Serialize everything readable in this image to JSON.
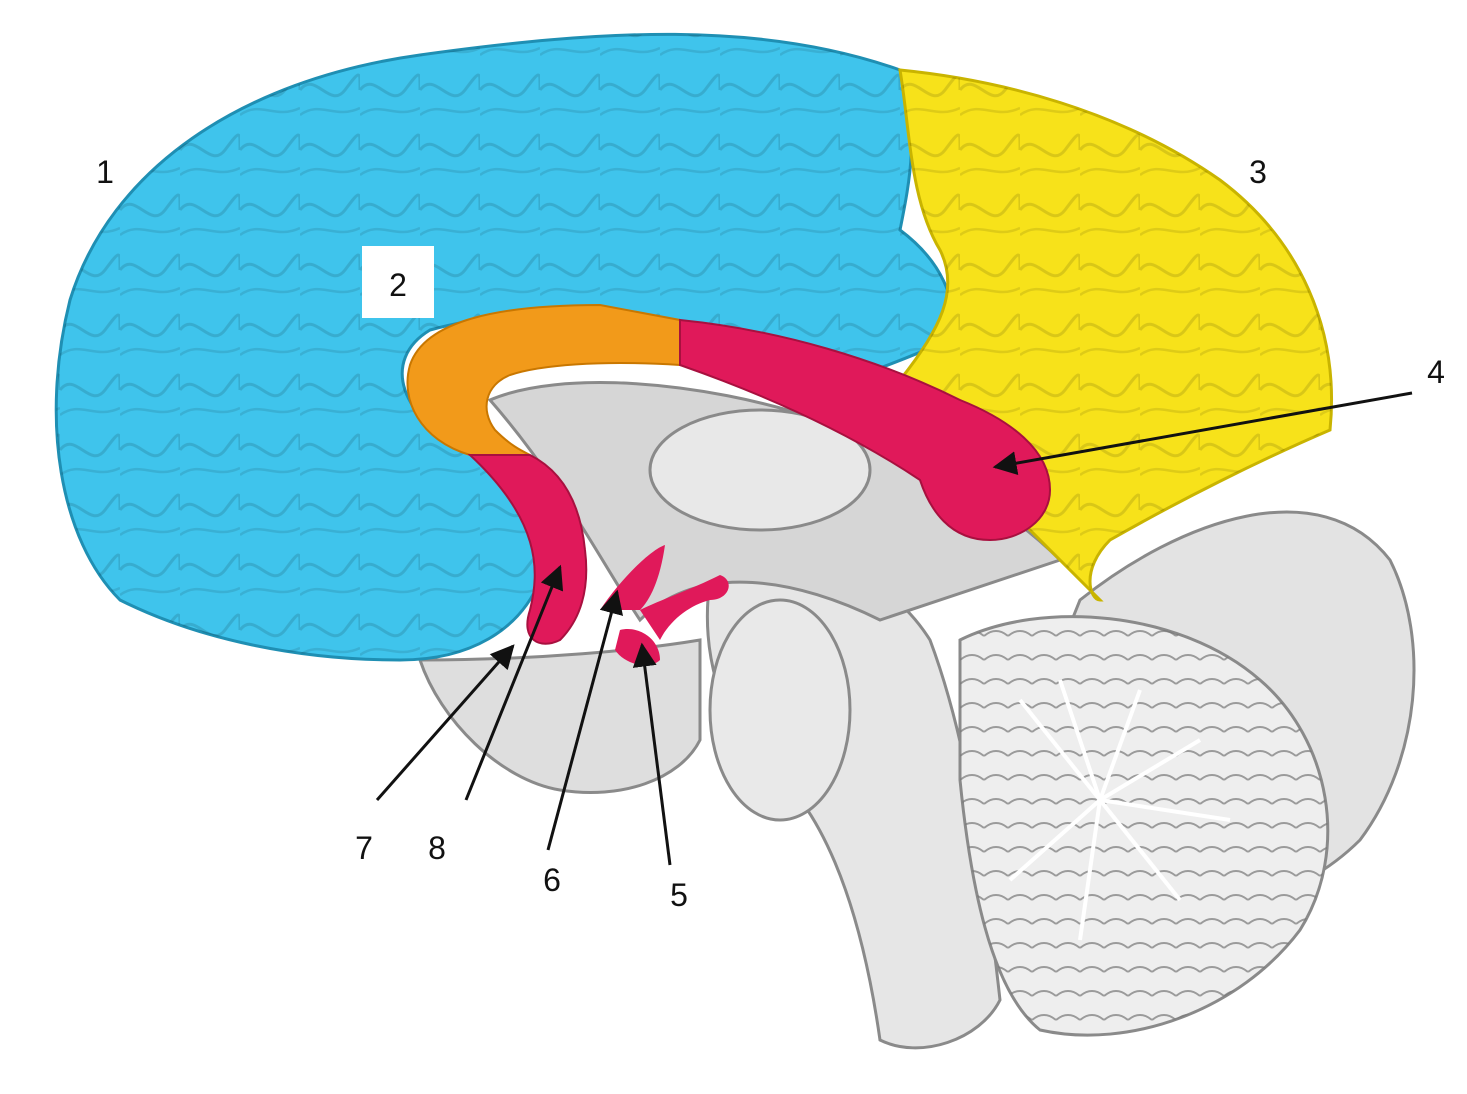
{
  "labels": {
    "l1": "1",
    "l2": "2",
    "l3": "3",
    "l4": "4",
    "l5": "5",
    "l6": "6",
    "l7": "7",
    "l8": "8"
  },
  "colors": {
    "region_1": "#3fc4ec",
    "region_2": "#f29a1a",
    "region_3": "#f7e21a",
    "limbic_red": "#e0195a",
    "grey_tissue": "#d9d9d9",
    "outline": "#8a8a8a",
    "arrow": "#111111"
  }
}
